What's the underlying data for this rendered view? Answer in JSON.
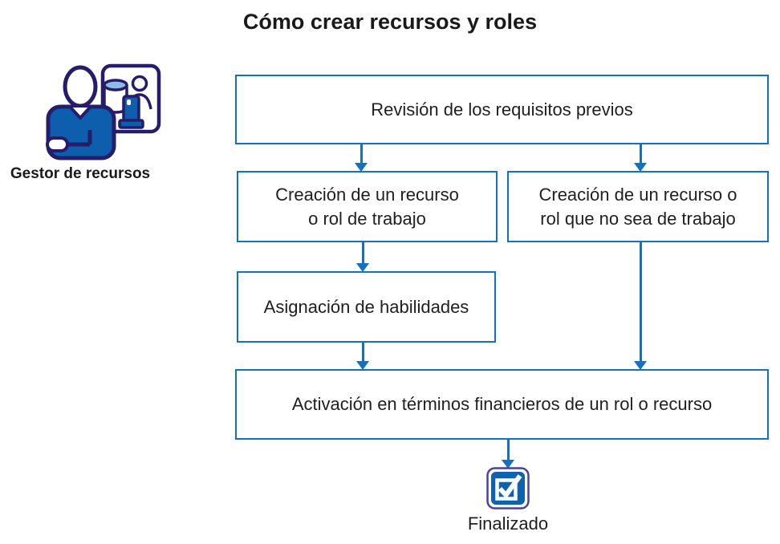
{
  "title": "Cómo crear recursos y roles",
  "actor": {
    "label": "Gestor de recursos",
    "icon": "resource-manager-icon"
  },
  "flowchart": {
    "nodes": [
      {
        "id": "revision",
        "label": "Revisión de los requisitos previos"
      },
      {
        "id": "creacion-trabajo",
        "label": "Creación de un recurso\no rol de trabajo"
      },
      {
        "id": "creacion-no-trabajo",
        "label": "Creación de un recurso o\nrol que no sea de trabajo"
      },
      {
        "id": "asignacion",
        "label": "Asignación de habilidades"
      },
      {
        "id": "activacion",
        "label": "Activación en términos financieros de un rol o recurso"
      }
    ],
    "edges": [
      {
        "from": "revision",
        "to": "creacion-trabajo"
      },
      {
        "from": "revision",
        "to": "creacion-no-trabajo"
      },
      {
        "from": "creacion-trabajo",
        "to": "asignacion"
      },
      {
        "from": "asignacion",
        "to": "activacion"
      },
      {
        "from": "creacion-no-trabajo",
        "to": "activacion"
      },
      {
        "from": "activacion",
        "to": "finalizado"
      }
    ],
    "end": {
      "label": "Finalizado",
      "icon": "checkbox-checked-icon"
    }
  },
  "colors": {
    "connector_blue": "#1570bf",
    "fill_blue": "#0d5fad",
    "outline_indigo": "#251c6b",
    "checkbox_purple": "#4f3f9e",
    "cylinder_light_blue": "#8fbce2",
    "text": "#1f1f1f"
  }
}
